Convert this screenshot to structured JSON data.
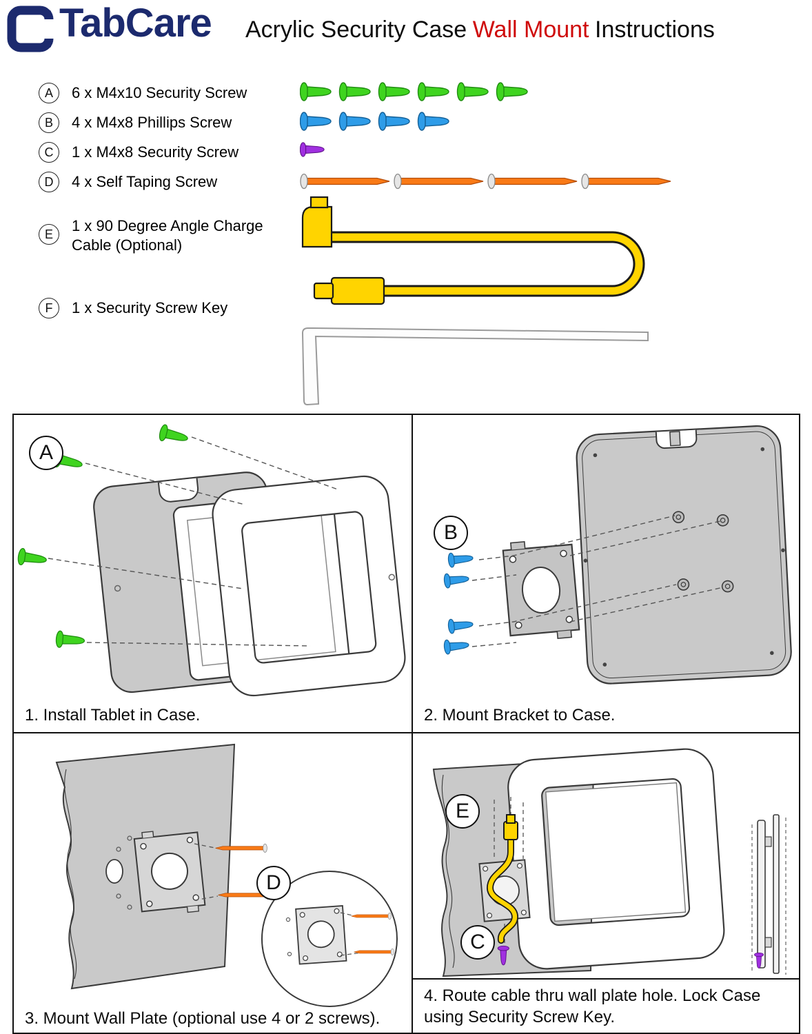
{
  "header": {
    "brand": "TabCare",
    "title": {
      "part1": "Acrylic Security Case",
      "highlight": "Wall Mount",
      "part2": "Instructions"
    }
  },
  "colors": {
    "brand_navy": "#1c2a6e",
    "title_red": "#cf0a0a",
    "screw_green": "#3fd41f",
    "screw_blue": "#2e9ce8",
    "screw_purple": "#a030e0",
    "screw_orange": "#f97a16",
    "cable_yellow": "#ffd400",
    "case_gray": "#c9c9c9"
  },
  "parts_list": [
    {
      "id": "A",
      "label": "6 x M4x10 Security Screw"
    },
    {
      "id": "B",
      "label": "4 x M4x8 Phillips Screw"
    },
    {
      "id": "C",
      "label": "1 x M4x8 Security Screw"
    },
    {
      "id": "D",
      "label": "4 x Self Taping Screw"
    },
    {
      "id": "E",
      "label": "1 x 90 Degree Angle Charge Cable (Optional)"
    },
    {
      "id": "F",
      "label": "1 x Security Screw Key"
    }
  ],
  "steps": [
    {
      "badge": "A",
      "caption": "1. Install Tablet in Case."
    },
    {
      "badge": "B",
      "caption": "2. Mount Bracket to Case."
    },
    {
      "badge": "D",
      "caption": "3. Mount Wall Plate (optional use 4 or 2 screws)."
    },
    {
      "badge": "E",
      "badge2": "C",
      "caption": "4. Route cable thru wall plate hole. Lock Case using Security Screw Key."
    }
  ]
}
